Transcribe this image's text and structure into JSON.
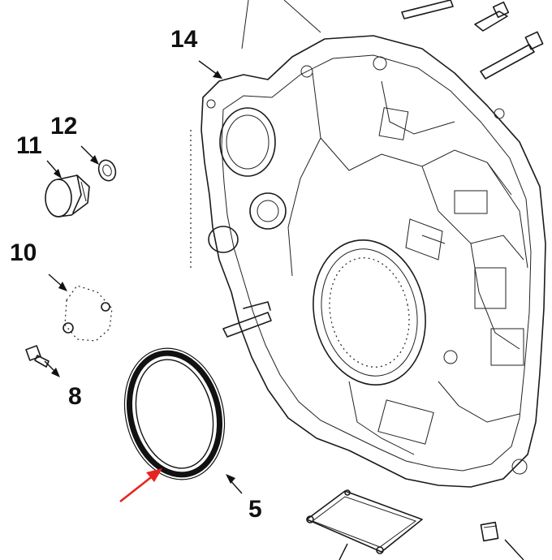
{
  "callouts": {
    "c14": "14",
    "c12": "12",
    "c11": "11",
    "c10": "10",
    "c8": "8",
    "c5": "5"
  },
  "colors": {
    "linework": "#1a1a1a",
    "highlight_arrow": "#e8231f",
    "background": "#ffffff"
  }
}
